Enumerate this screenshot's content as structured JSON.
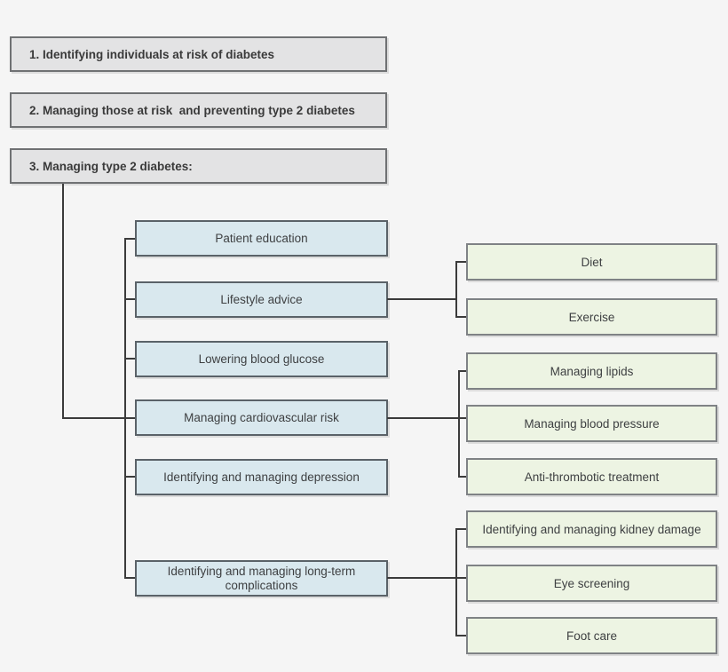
{
  "pathway": {
    "steps": [
      {
        "label": "1. Identifying individuals at risk of diabetes"
      },
      {
        "label": "2. Managing those at risk  and preventing type 2 diabetes"
      },
      {
        "label": "3. Managing type 2 diabetes:"
      }
    ],
    "topics": [
      {
        "label": "Patient education"
      },
      {
        "label": "Lifestyle advice",
        "children": [
          {
            "label": "Diet"
          },
          {
            "label": "Exercise"
          }
        ]
      },
      {
        "label": "Lowering blood glucose"
      },
      {
        "label": "Managing cardiovascular risk",
        "children": [
          {
            "label": "Managing lipids"
          },
          {
            "label": "Managing blood pressure"
          },
          {
            "label": "Anti-thrombotic treatment"
          }
        ]
      },
      {
        "label": "Identifying and managing depression"
      },
      {
        "label": "Identifying and managing long-term complications",
        "children": [
          {
            "label": "Identifying and managing kidney damage"
          },
          {
            "label": "Eye screening"
          },
          {
            "label": "Foot care"
          }
        ]
      }
    ],
    "colors": {
      "background": "#f5f5f5",
      "step_fill": "#e3e3e4",
      "step_border": "#6f7173",
      "topic_fill": "#d9e8ee",
      "topic_border": "#5a6268",
      "sub_fill": "#edf4e3",
      "sub_border": "#7f8285",
      "connector": "#3b3b3b",
      "text": "#3a3a3a"
    }
  }
}
